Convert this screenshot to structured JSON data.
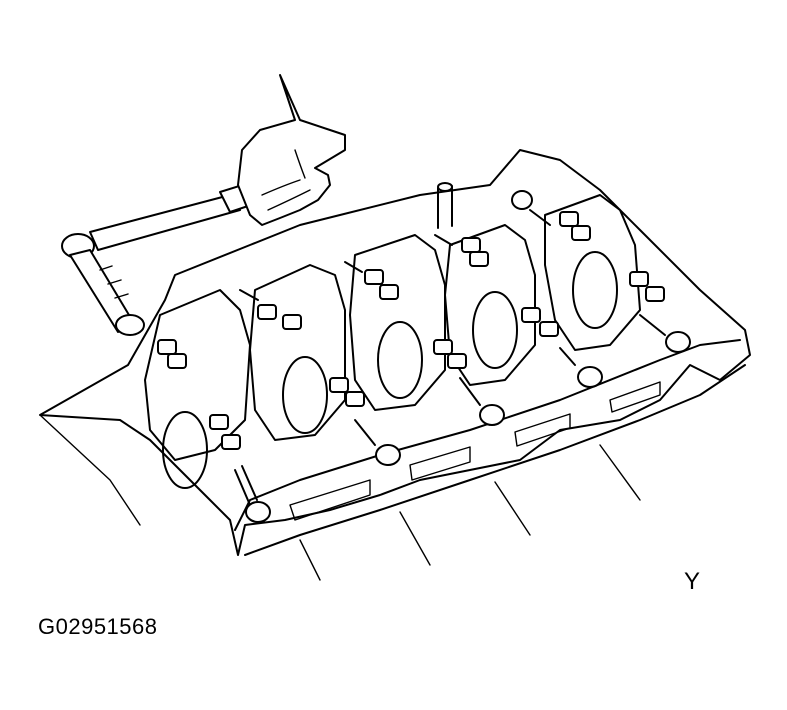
{
  "diagram": {
    "view_label": "Y",
    "figure_code": "G02951568"
  },
  "icons": {
    "illustration": "engine-block-torque-wrench-line-art"
  }
}
